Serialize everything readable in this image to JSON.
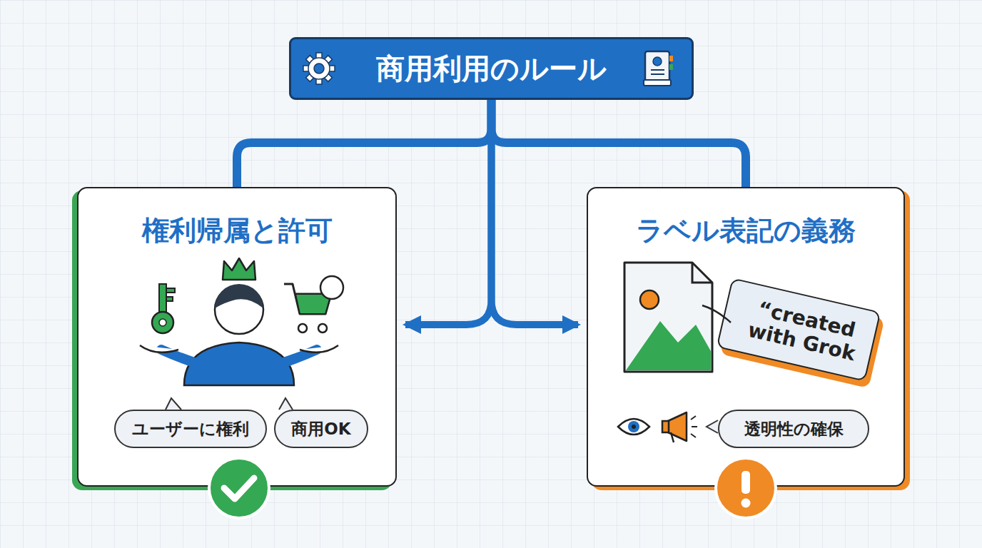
{
  "diagram": {
    "title": "商用利用のルール",
    "nodes": [
      {
        "text": [
          "商用利用のルール"
        ]
      },
      {
        "text": [
          "権利帰属と許可"
        ]
      },
      {
        "text": [
          "ユーザーに権利"
        ],
        "in": 1
      },
      {
        "text": [
          "商用OK"
        ],
        "in": 1
      },
      {
        "text": [
          "ラベル表記の義務"
        ]
      },
      {
        "text": [
          "“created with Grok"
        ],
        "in": 4
      },
      {
        "text": [
          "透明性の確保"
        ],
        "in": 4
      }
    ],
    "edges": [
      {
        "from": 0,
        "to": 1,
        "arrow": "none"
      },
      {
        "from": 0,
        "to": 4,
        "arrow": "none"
      },
      {
        "from": 0,
        "to": 1,
        "arrow": "to"
      },
      {
        "from": 0,
        "to": 4,
        "arrow": "to"
      }
    ],
    "labels": [
      "$"
    ]
  }
}
